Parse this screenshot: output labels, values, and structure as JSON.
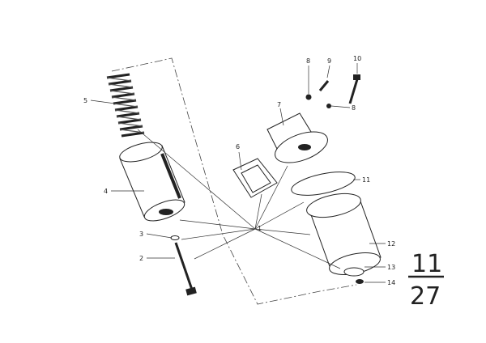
{
  "callouts": {
    "c1": "1",
    "c2": "2",
    "c3": "3",
    "c4": "4",
    "c5": "5",
    "c6": "6",
    "c7": "7",
    "c8a": "8",
    "c8b": "8",
    "c9": "9",
    "c10": "10",
    "c11": "11",
    "c12": "12",
    "c13": "13",
    "c14": "14"
  },
  "page_ref": {
    "group": "11",
    "sheet": "27"
  }
}
